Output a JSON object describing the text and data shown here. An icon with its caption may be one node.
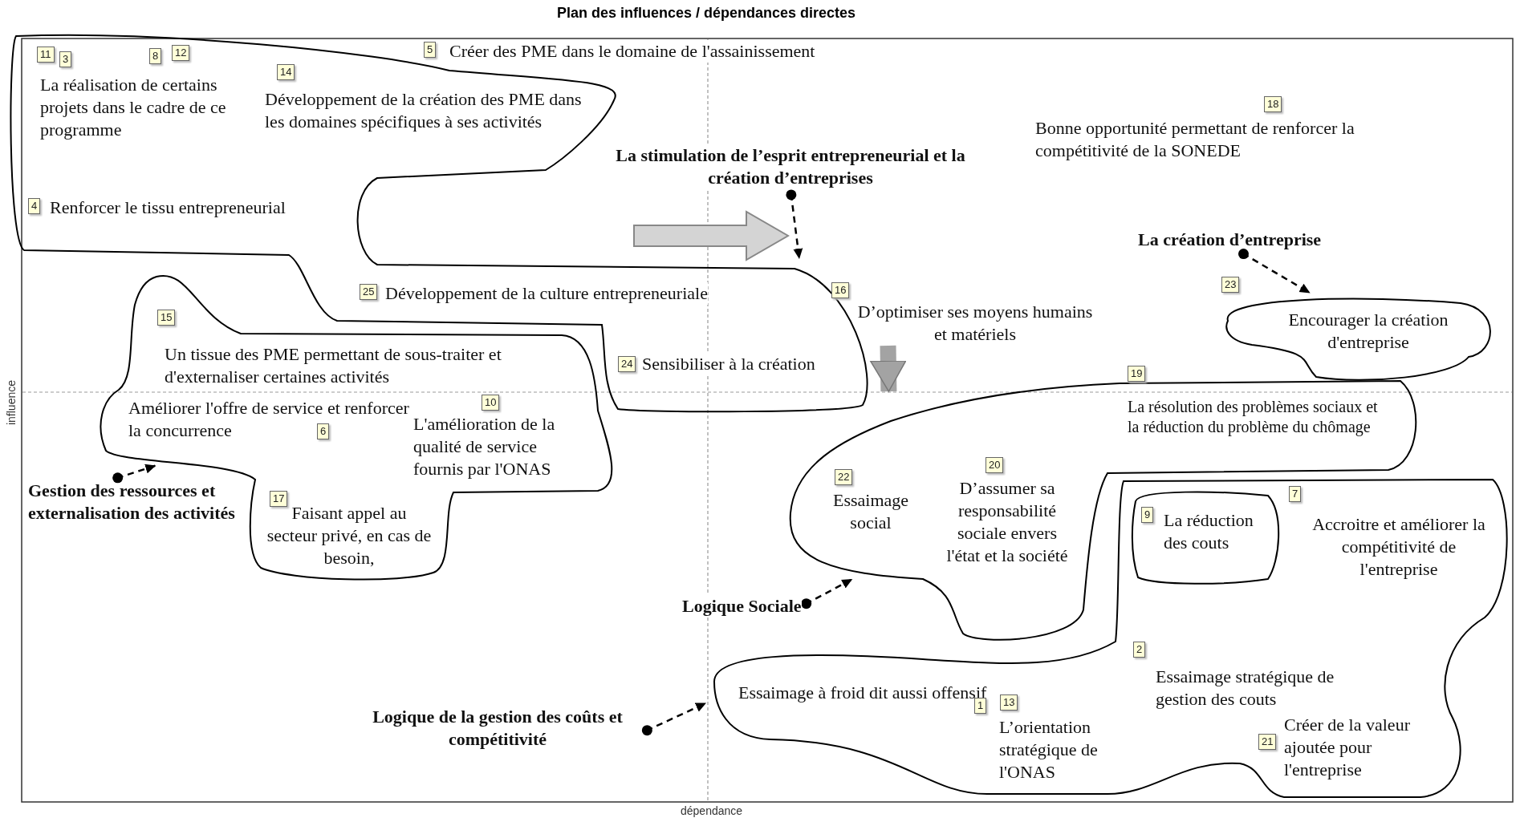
{
  "diagram": {
    "title": "Plan des influences / dépendances directes",
    "nodes": [
      {
        "text": [
          "La réalisation de certains projets dans le cadre de ce programme",
          "Développement de la création des PME dans les domaines spécifiques à ses activités",
          "Renforcer le tissu entrepreneurial",
          "Développement de la culture entrepreneuriale",
          "Sensibiliser à la création"
        ]
      },
      {
        "text": [
          "La stimulation de l’esprit entrepreneurial et la création d’entreprises"
        ]
      },
      {
        "text": [
          "La création d’entreprise"
        ]
      },
      {
        "text": [
          "Encourager la création d'entreprise"
        ]
      },
      {
        "text": [
          "D’optimiser ses moyens humains et matériels"
        ]
      },
      {
        "text": [
          "Un tissue des PME permettant de sous-traiter et d'externaliser certaines activités",
          "Améliorer l'offre de service et renforcer la concurrence",
          "L'amélioration de la qualité de service fournis par l'ONAS",
          "Faisant appel au secteur privé, en cas de besoin,"
        ]
      },
      {
        "text": [
          "Gestion des ressources et externalisation des activités"
        ]
      },
      {
        "text": [
          "La résolution des problèmes sociaux et la réduction du problème du chômage",
          "Essaimage social",
          "D’assumer sa responsabilité sociale envers l'état et la société"
        ]
      },
      {
        "text": [
          "Logique Sociale"
        ]
      },
      {
        "text": [
          "Essaimage à froid dit aussi offensif",
          "L’orientation stratégique de l'ONAS",
          "Essaimage stratégique de gestion des couts",
          "Accroitre et améliorer la compétitivité de l'entreprise",
          "Créer de la valeur ajoutée pour l'entreprise"
        ]
      },
      {
        "text": [
          "La réduction des couts"
        ],
        "in": 9
      },
      {
        "text": [
          "Logique de la gestion des coûts et compétitivité"
        ]
      }
    ],
    "edges": [
      {
        "from": 1,
        "to": 0,
        "arrow": "to",
        "style": "dashed"
      },
      {
        "from": 2,
        "to": 3,
        "arrow": "to",
        "style": "dashed"
      },
      {
        "from": 4,
        "to": 7,
        "arrow": "to",
        "style": "thick",
        "color": "#a3a3a3"
      },
      {
        "from": 6,
        "to": 5,
        "arrow": "to",
        "style": "dashed"
      },
      {
        "from": 8,
        "to": 7,
        "arrow": "to",
        "style": "dashed"
      },
      {
        "from": 11,
        "to": 9,
        "arrow": "to",
        "style": "dashed"
      }
    ],
    "labels": [
      "11",
      "3",
      "8",
      "12",
      "14",
      "5",
      "Créer des PME dans le domaine de l'assainissement",
      "18",
      "Bonne opportunité permettant de renforcer la compétitivité de la SONEDE",
      "4",
      "25",
      "15",
      "16",
      "23",
      "6",
      "10",
      "24",
      "19",
      "influence",
      "17",
      "22",
      "20",
      "9",
      "7",
      "2",
      "1",
      "13",
      "21",
      "dépendance"
    ]
  }
}
